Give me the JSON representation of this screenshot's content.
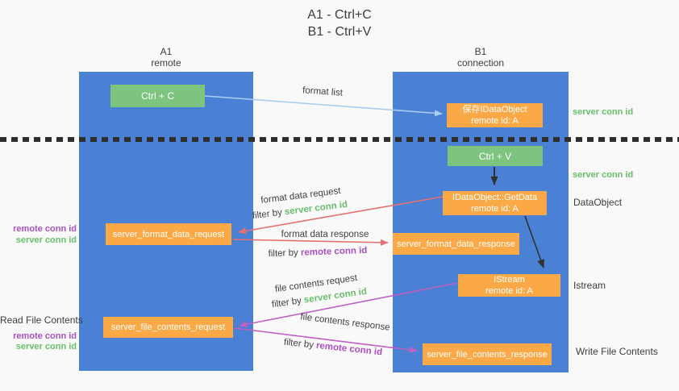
{
  "title": {
    "line1": "A1 - Ctrl+C",
    "line2": "B1 - Ctrl+V"
  },
  "lanes": [
    {
      "name": "A1",
      "sub": "remote"
    },
    {
      "name": "B1",
      "sub": "connection"
    }
  ],
  "nodes": {
    "ctrl_c": {
      "label": "Ctrl + C"
    },
    "save_idataobject": {
      "line1": "保存IDataObject",
      "line2": "remote id: A"
    },
    "ctrl_v": {
      "label": "Ctrl + V"
    },
    "getdata": {
      "line1": "IDataObject::GetData",
      "line2": "remote id: A"
    },
    "format_request": {
      "label": "server_format_data_request"
    },
    "format_response": {
      "label": "server_format_data_response"
    },
    "istream": {
      "line1": "IStream",
      "line2": "remote id: A"
    },
    "file_request": {
      "label": "server_file_contents_request"
    },
    "file_response": {
      "label": "server_file_contents_response"
    }
  },
  "side_labels": {
    "right_server_conn_top": "server conn id",
    "right_server_conn_mid": "server conn id",
    "right_dataobject": "DataObject",
    "right_istream": "Istream",
    "right_write_file": "Write File Contents",
    "left_remote_conn_1": "remote conn id",
    "left_server_conn_1": "server conn id",
    "left_read_file": "Read File Contents",
    "left_remote_conn_2": "remote conn id",
    "left_server_conn_2": "server conn id"
  },
  "arrow_labels": {
    "format_list": "format list",
    "format_data_request": "format data request",
    "format_data_response": "format data response",
    "file_contents_request": "file contents request",
    "file_contents_response": "file contents response",
    "filter_by": "filter by ",
    "key_server_conn": "server conn id",
    "key_remote_conn": "remote conn id"
  },
  "colors": {
    "background": "#f9f9f9",
    "lane_blue": "#4a81d4",
    "node_green": "#7dc47f",
    "node_orange": "#faa946",
    "green_text": "#67bf6b",
    "purple_text": "#a94fc0",
    "red_arrow": "#e76f6f",
    "magenta_arrow": "#c05fc5",
    "light_blue_arrow": "#aacdf2",
    "black_arrow": "#303030",
    "dark_text": "#3c3c3c"
  }
}
